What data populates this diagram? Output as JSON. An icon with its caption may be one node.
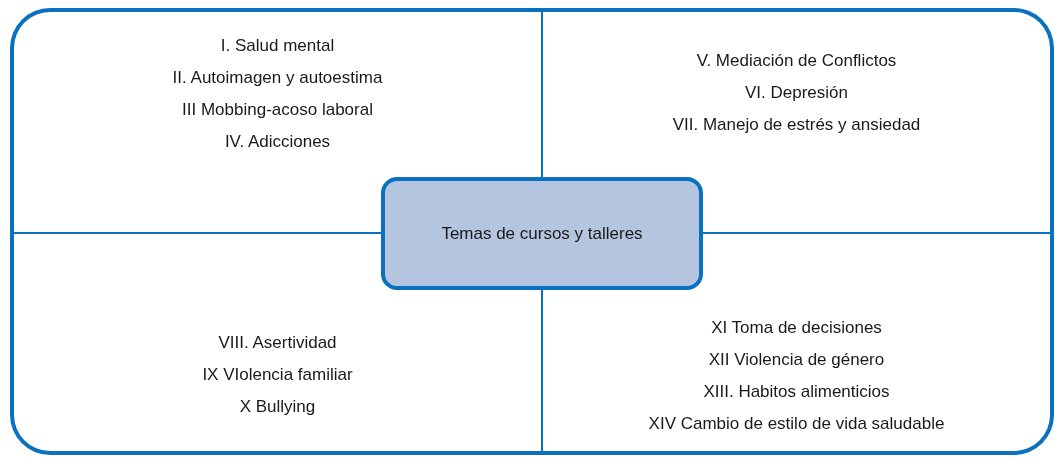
{
  "diagram": {
    "nodes": [
      {
        "text": [
          "I. Salud mental",
          "II. Autoimagen y autoestima",
          "III Mobbing-acoso laboral",
          "IV. Adicciones"
        ]
      },
      {
        "text": [
          "V. Mediación de Conflictos",
          "VI. Depresión",
          "VII. Manejo de estrés y ansiedad"
        ]
      },
      {
        "text": [
          "Temas de cursos y talleres"
        ]
      },
      {
        "text": [
          "VIII. Asertividad",
          "IX VIolencia familiar",
          "X Bullying"
        ]
      },
      {
        "text": [
          "XI Toma de decisiones",
          "XII Violencia de género",
          "XIII. Habitos alimenticios",
          "XIV Cambio de estilo de vida saludable"
        ]
      }
    ],
    "edges": []
  }
}
